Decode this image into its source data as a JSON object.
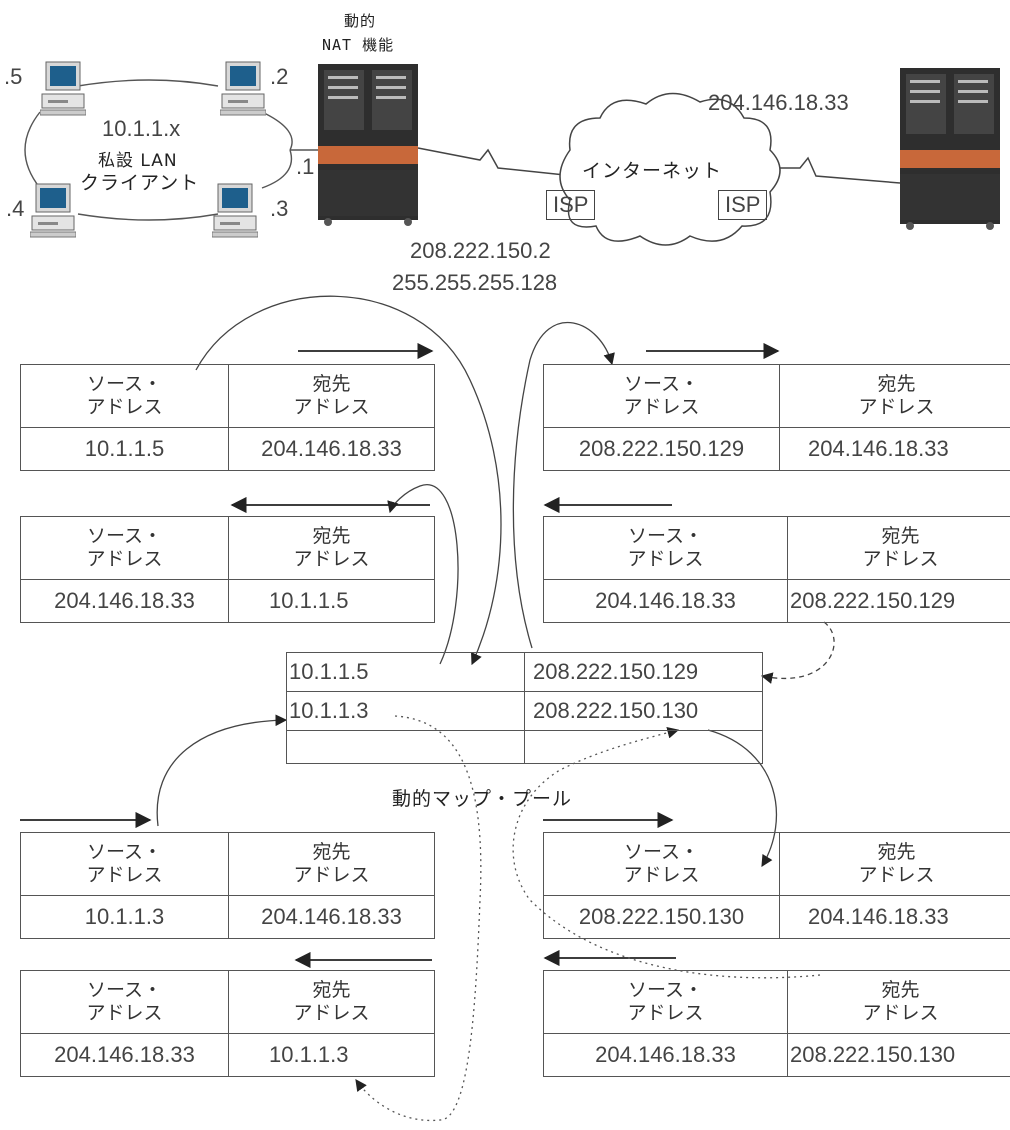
{
  "network": {
    "host_suffixes": [
      ".5",
      ".2",
      ".4",
      ".3"
    ],
    "router_suffix": ".1",
    "lan_subnet": "10.1.1.x",
    "lan_name_line1": "私設 LAN",
    "lan_name_line2": "クライアント",
    "nat_label_line1": "動的",
    "nat_label_line2": "NAT 機能",
    "remote_ip": "204.146.18.33",
    "internet_label": "インターネット",
    "isp_left": "ISP",
    "isp_right": "ISP",
    "public_ip": "208.222.150.2",
    "public_mask": "255.255.255.128"
  },
  "headers": {
    "source_line1": "ソース・",
    "source_line2": "アドレス",
    "dest_line1": "宛先",
    "dest_line2": "アドレス"
  },
  "packets": {
    "p1": {
      "source": "10.1.1.5",
      "dest": "204.146.18.33"
    },
    "p2": {
      "source": "208.222.150.129",
      "dest": "204.146.18.33"
    },
    "p3": {
      "source": "204.146.18.33",
      "dest": "10.1.1.5"
    },
    "p4": {
      "source": "204.146.18.33",
      "dest": "208.222.150.129"
    },
    "p5": {
      "source": "10.1.1.3",
      "dest": "204.146.18.33"
    },
    "p6": {
      "source": "208.222.150.130",
      "dest": "204.146.18.33"
    },
    "p7": {
      "source": "204.146.18.33",
      "dest": "10.1.1.3"
    },
    "p8": {
      "source": "204.146.18.33",
      "dest": "208.222.150.130"
    }
  },
  "pool": {
    "rows": [
      {
        "private": "10.1.1.5",
        "public": "208.222.150.129"
      },
      {
        "private": "10.1.1.3",
        "public": "208.222.150.130"
      },
      {
        "private": "",
        "public": ""
      }
    ],
    "label": "動的マップ・プール"
  },
  "icons": {
    "client_pc": "desktop-computer-icon",
    "nat_server": "server-tower-icon",
    "remote_server": "server-tower-icon",
    "internet": "cloud-icon"
  },
  "colors": {
    "server_body": "#2e2e2e",
    "server_band": "#c8683a",
    "screen": "#1e5f8c",
    "line": "#444444"
  }
}
